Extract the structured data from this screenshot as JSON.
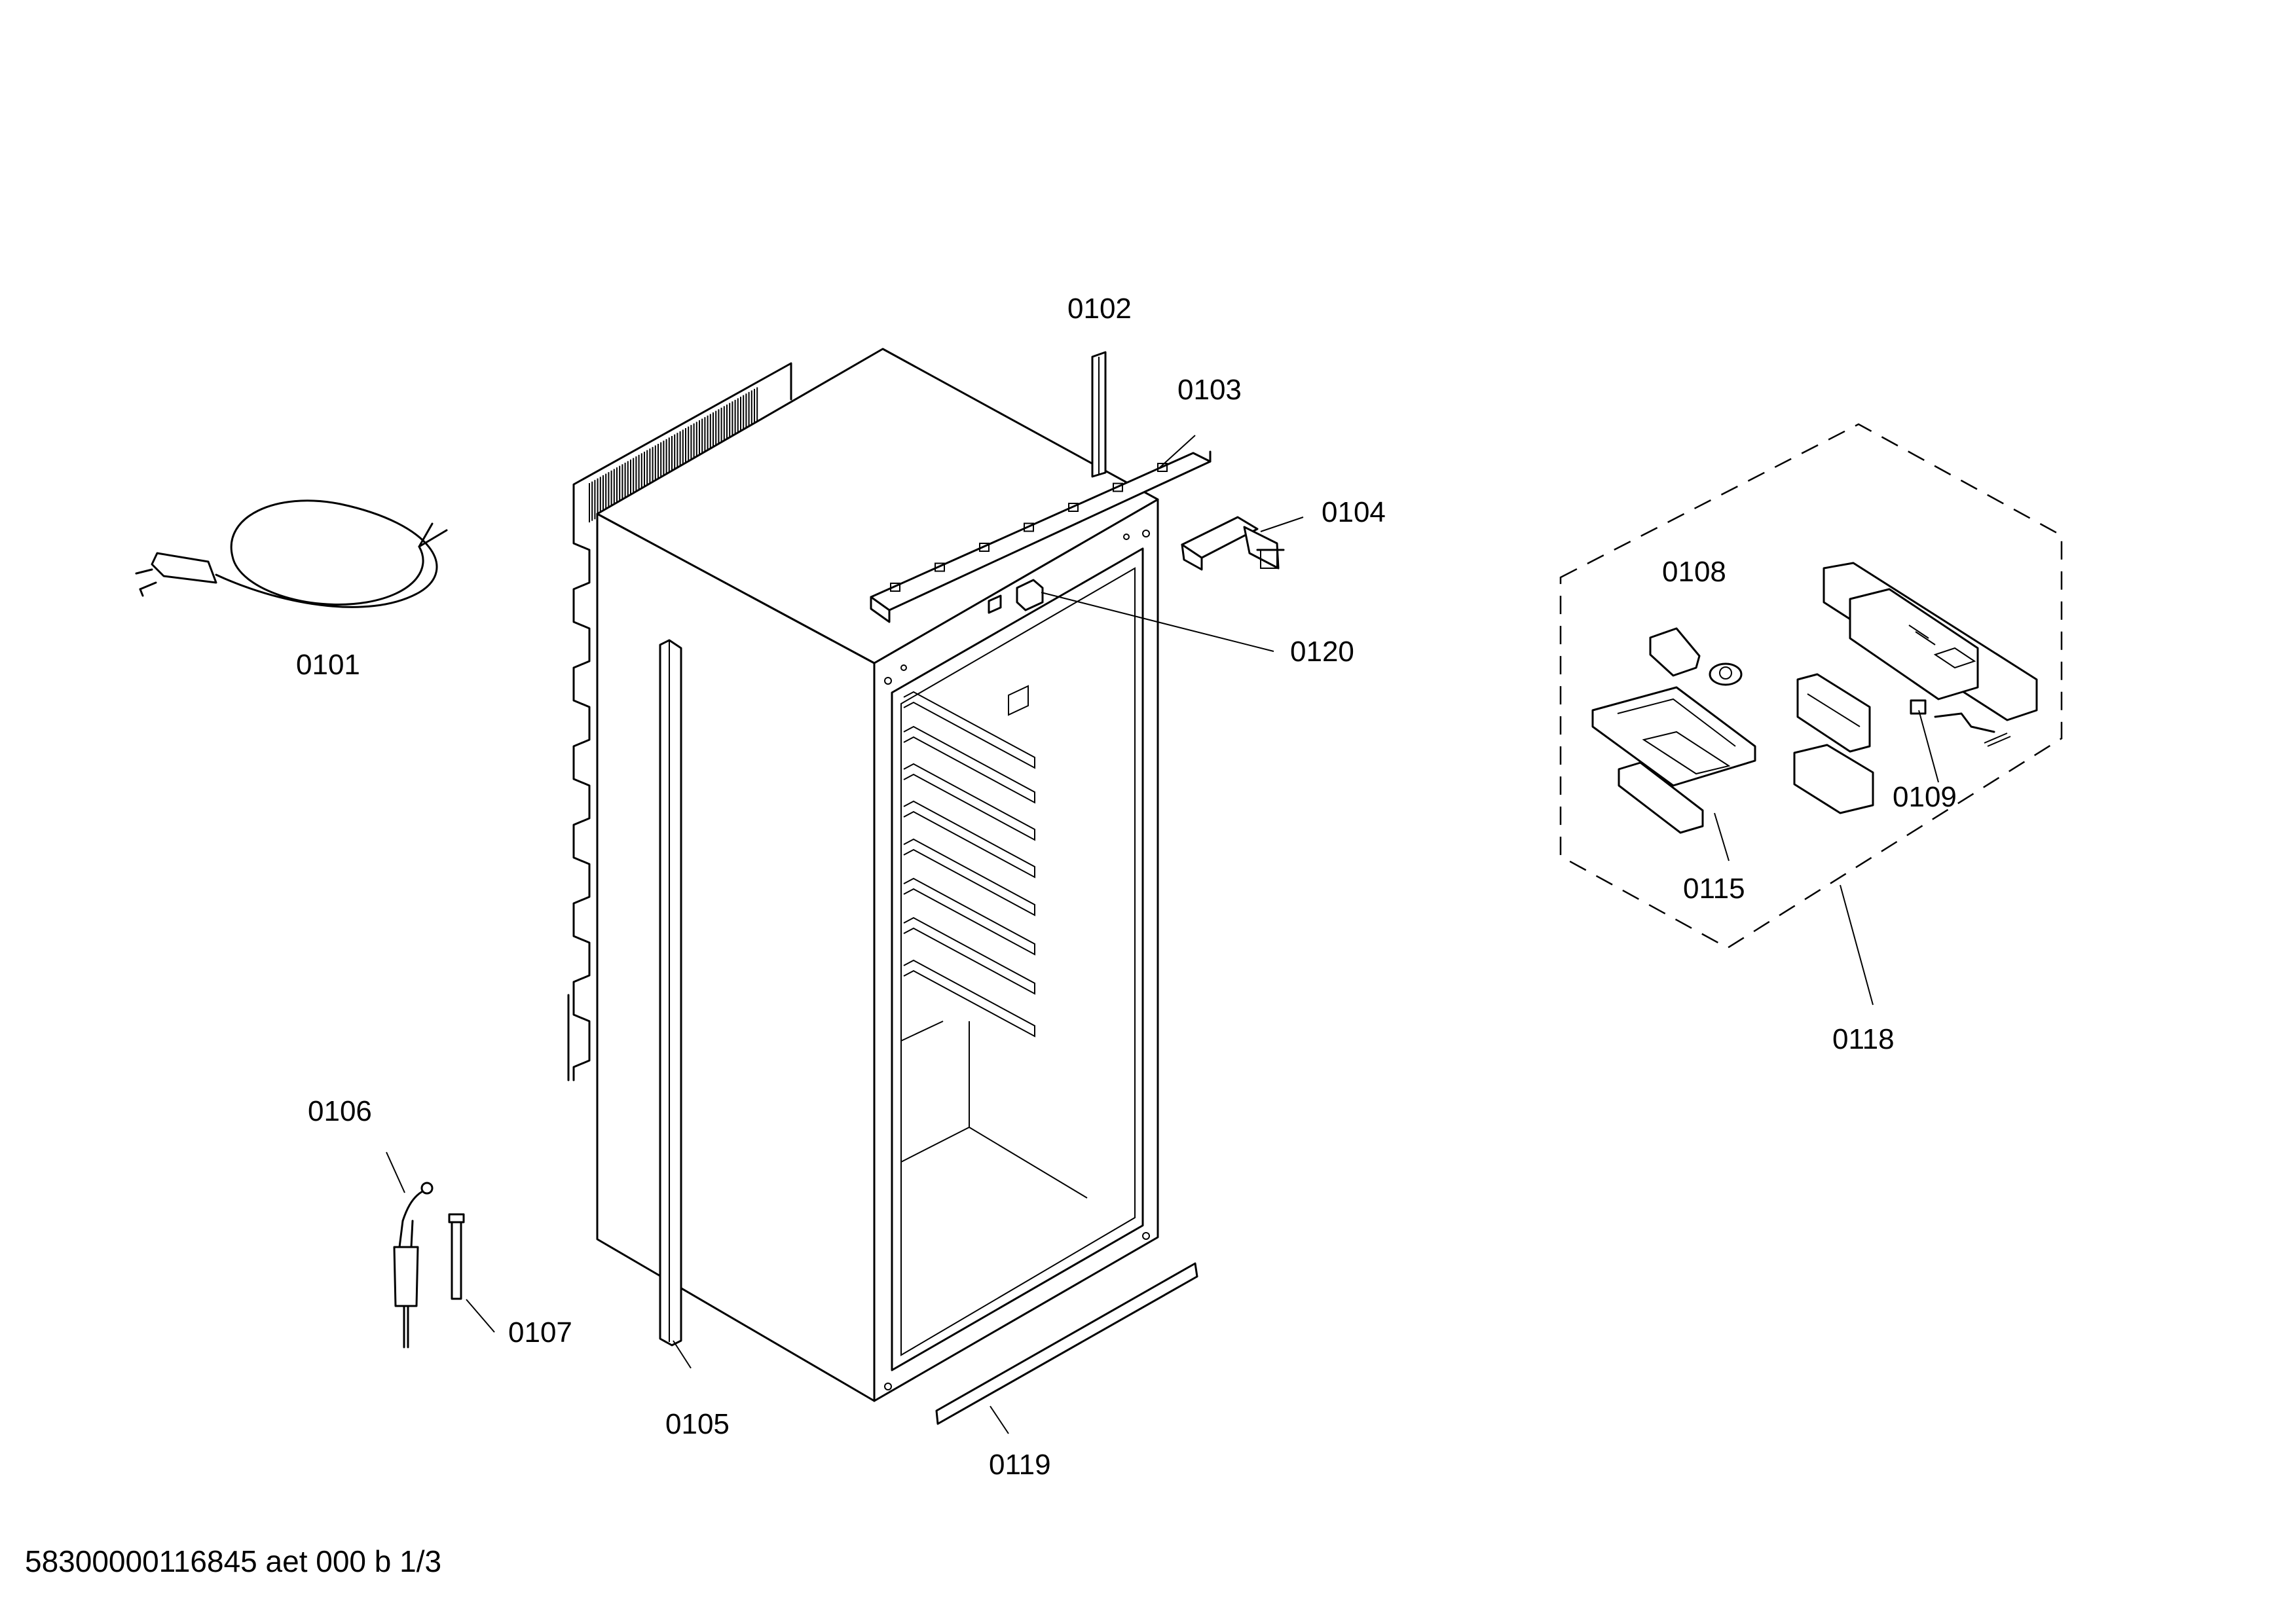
{
  "parts": [
    {
      "id": "part-0101",
      "label": "0101"
    },
    {
      "id": "part-0102",
      "label": "0102"
    },
    {
      "id": "part-0103",
      "label": "0103"
    },
    {
      "id": "part-0104",
      "label": "0104"
    },
    {
      "id": "part-0105",
      "label": "0105"
    },
    {
      "id": "part-0106",
      "label": "0106"
    },
    {
      "id": "part-0107",
      "label": "0107"
    },
    {
      "id": "part-0108",
      "label": "0108"
    },
    {
      "id": "part-0109",
      "label": "0109"
    },
    {
      "id": "part-0115",
      "label": "0115"
    },
    {
      "id": "part-0118",
      "label": "0118"
    },
    {
      "id": "part-0119",
      "label": "0119"
    },
    {
      "id": "part-0120",
      "label": "0120"
    }
  ],
  "footer": {
    "document_id": "58300000116845 aet 000 b 1/3"
  }
}
